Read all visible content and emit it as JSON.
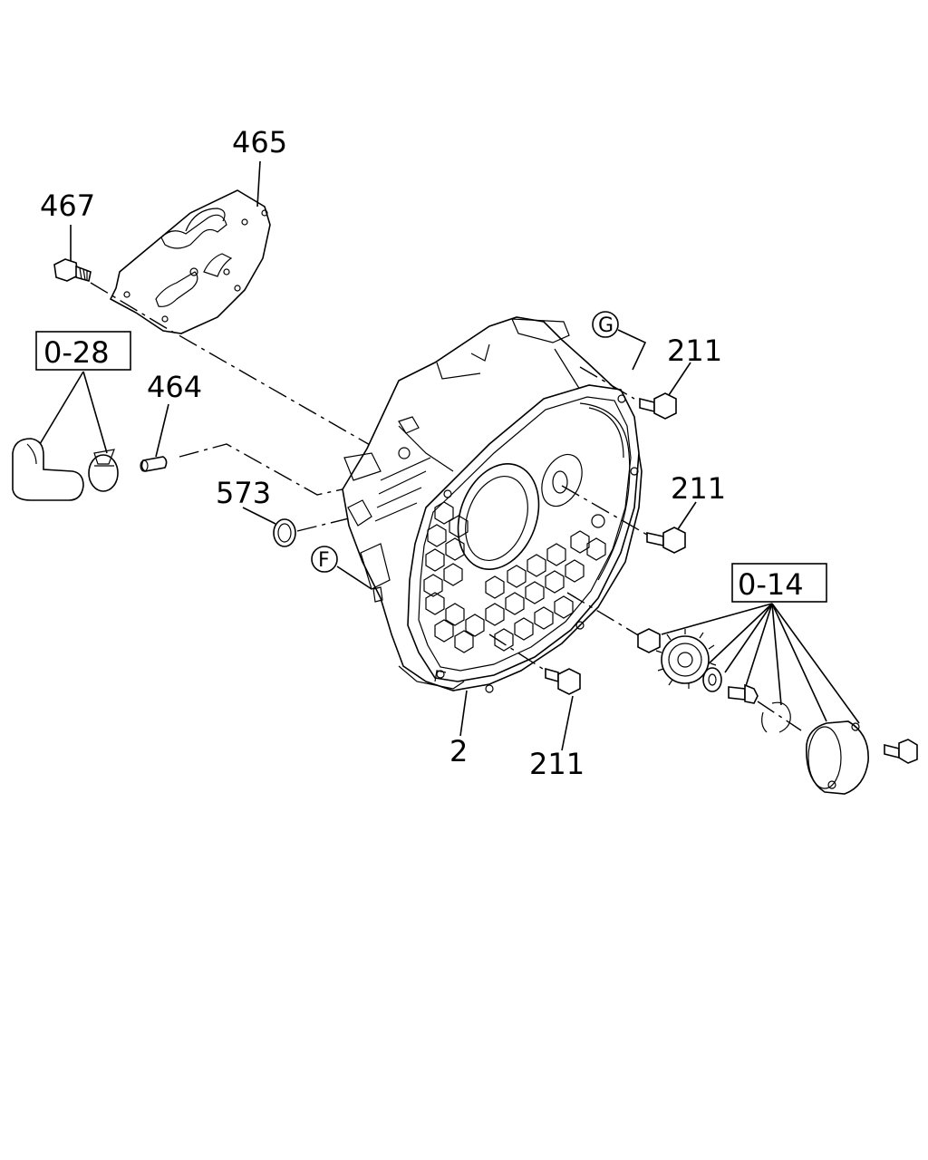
{
  "labels": {
    "p465": "465",
    "p467": "467",
    "p464": "464",
    "p573": "573",
    "p211_top": "211",
    "p211_mid": "211",
    "p211_bottom": "211",
    "p2": "2"
  },
  "references": {
    "r028": "0-28",
    "r014": "0-14"
  },
  "callouts": {
    "g": "G",
    "f": "F"
  }
}
